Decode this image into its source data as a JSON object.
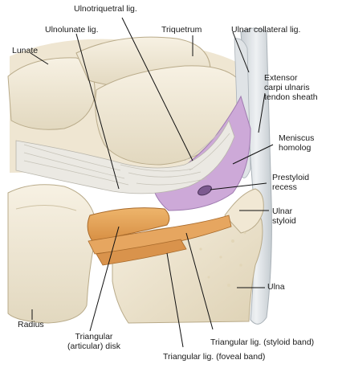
{
  "labels": {
    "ulnotriquetral": "Ulnotriquetral lig.",
    "ulnolunate": "Ulnolunate lig.",
    "triquetrum": "Triquetrum",
    "ulnar_collateral": "Ulnar collateral lig.",
    "lunate": "Lunate",
    "ecu": [
      "Extensor",
      "carpi ulnaris",
      "tendon sheath"
    ],
    "meniscus": [
      "Meniscus",
      "homolog"
    ],
    "prestyloid": [
      "Prestyloid",
      "recess"
    ],
    "ulnar_styloid": [
      "Ulnar",
      "styloid"
    ],
    "ulna": "Ulna",
    "radius": "Radius",
    "articular_disk": [
      "Triangular",
      "(articular) disk"
    ],
    "styloid_band": "Triangular lig. (styloid band)",
    "foveal_band": "Triangular lig. (foveal band)"
  },
  "colors": {
    "bone": "#f3ecdc",
    "bone_shadow": "#d9cfb6",
    "ligament": "#e4e2da",
    "meniscus": "#c9a6d6",
    "disk": "#e3a25a",
    "tendon": "#dfe3e6",
    "leader": "#111111"
  }
}
